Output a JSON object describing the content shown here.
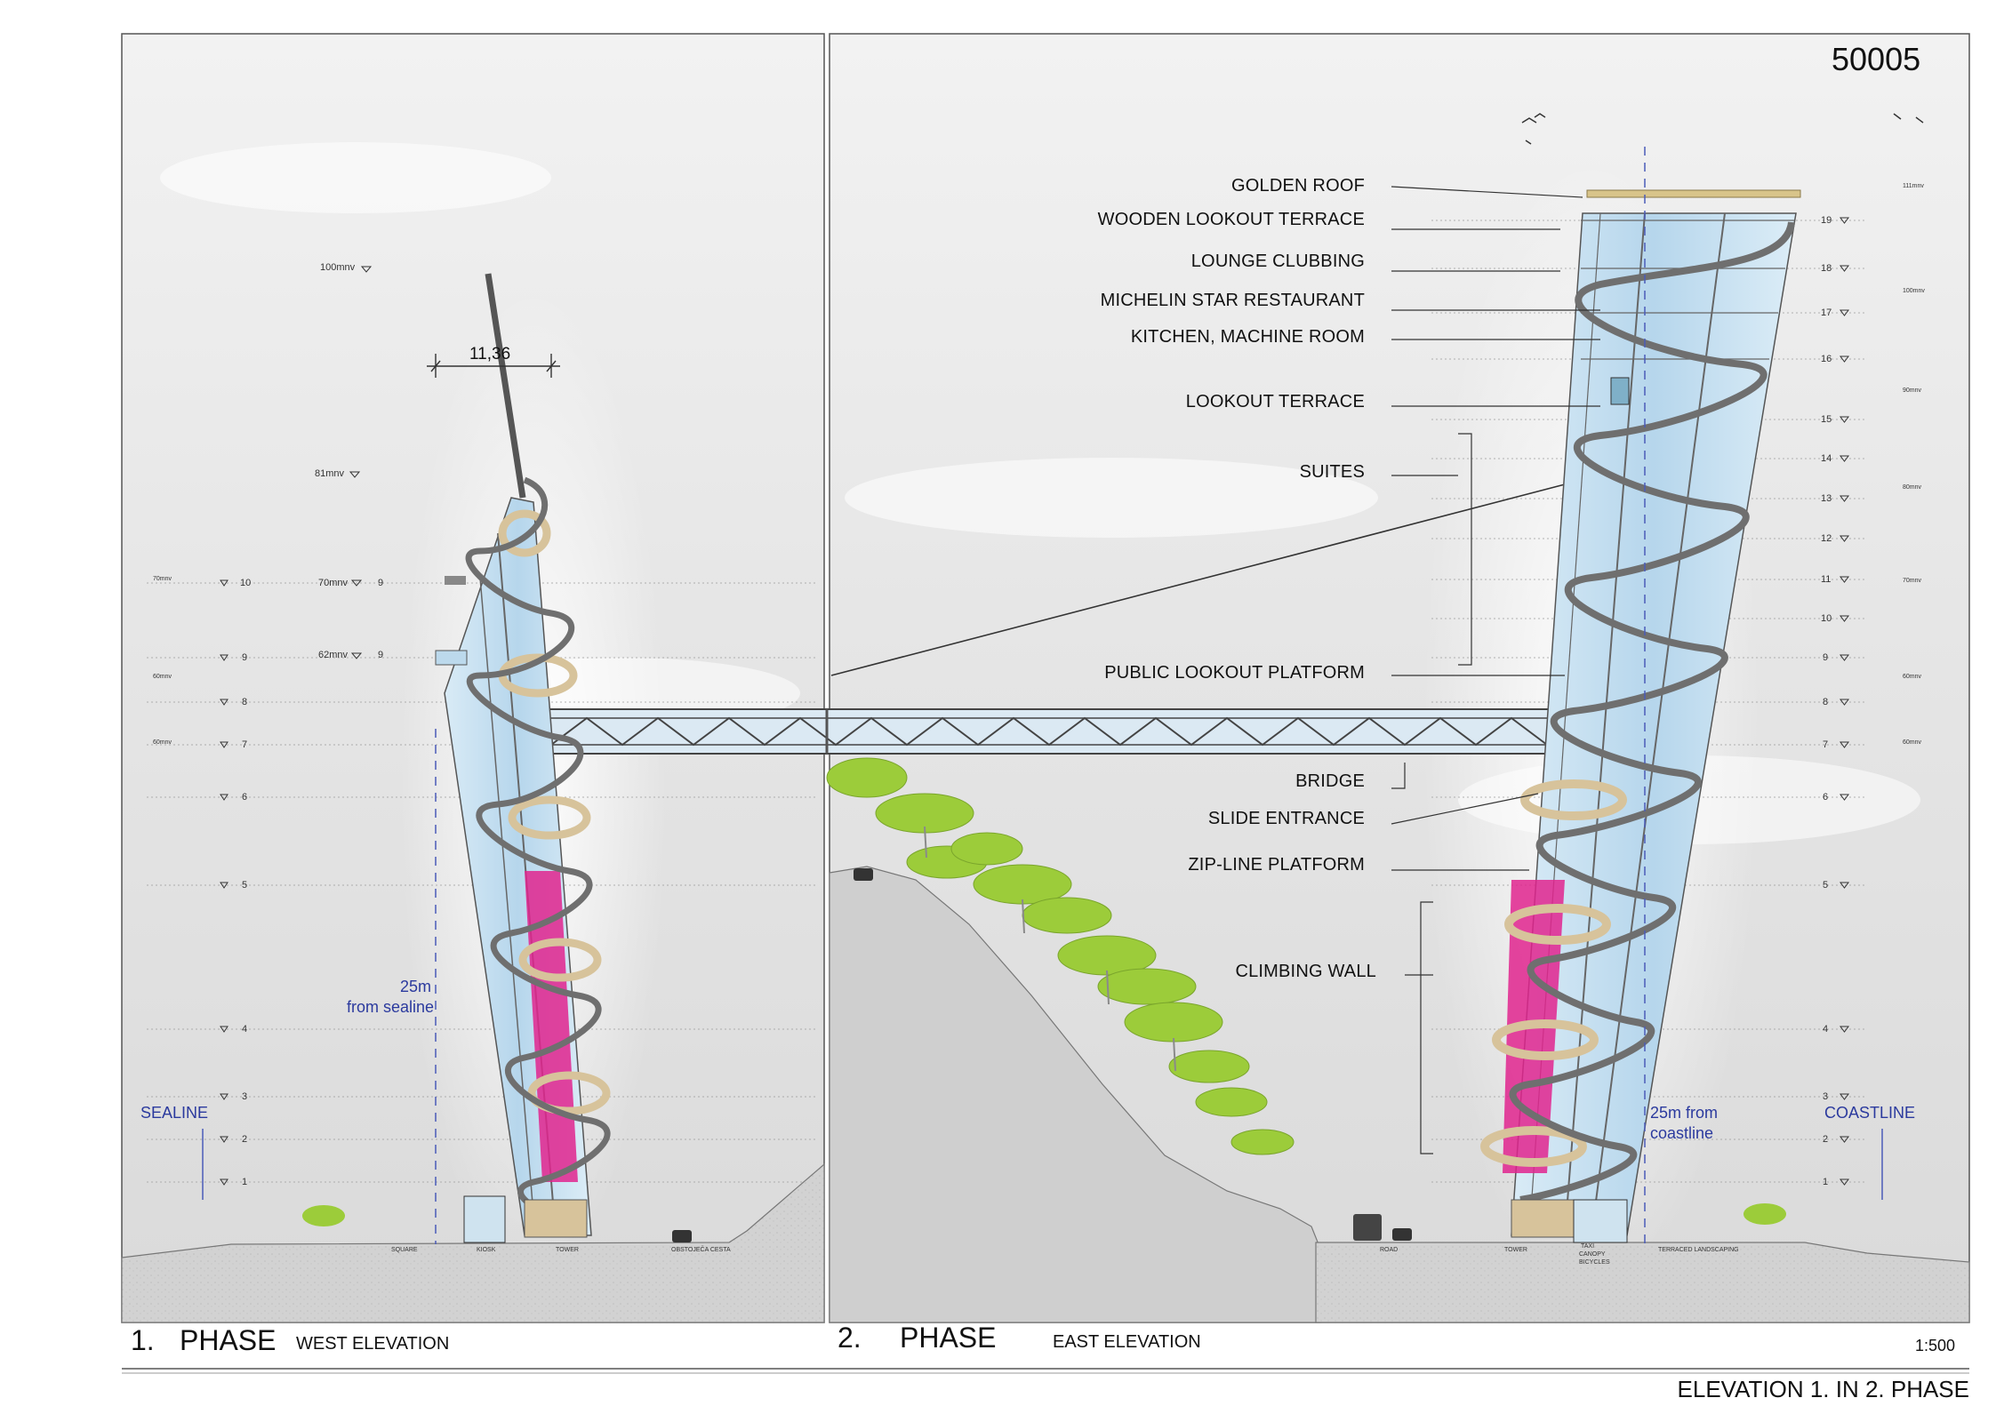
{
  "sheet": {
    "number": "50005",
    "scale": "1:500",
    "title": "ELEVATION 1. IN 2. PHASE"
  },
  "panels": {
    "phase1": {
      "number": "1.",
      "phase": "PHASE",
      "subtitle": "WEST ELEVATION"
    },
    "phase2": {
      "number": "2.",
      "phase": "PHASE",
      "subtitle": "EAST ELEVATION"
    }
  },
  "west": {
    "dimension": "11,36",
    "elevations": {
      "e100": "100mnv",
      "e81": "81mnv",
      "e70": "70mnv",
      "e62": "62mnv"
    },
    "distance_note": [
      "25m",
      "from sealine"
    ],
    "sealine": "SEALINE",
    "ground_labels": [
      "SQUARE",
      "KIOSK",
      "TOWER",
      "OBSTOJEČA CESTA"
    ]
  },
  "east": {
    "callouts": [
      "GOLDEN ROOF",
      "WOODEN LOOKOUT TERRACE",
      "LOUNGE CLUBBING",
      "MICHELIN STAR RESTAURANT",
      "KITCHEN, MACHINE ROOM",
      "LOOKOUT TERRACE",
      "SUITES",
      "PUBLIC LOOKOUT PLATFORM",
      "BRIDGE",
      "SLIDE ENTRANCE",
      "ZIP-LINE PLATFORM",
      "CLIMBING WALL"
    ],
    "distance_note": [
      "25m from",
      "coastline"
    ],
    "coastline": "COASTLINE",
    "ground_labels": [
      "ROAD",
      "TOWER",
      "TAXI",
      "CANOPY",
      "BICYCLES",
      "TERRACED LANDSCAPING"
    ]
  },
  "levels": {
    "left": [
      "10",
      "9",
      "8",
      "7",
      "6",
      "5",
      "4",
      "3",
      "2",
      "1"
    ],
    "right": [
      "19",
      "18",
      "17",
      "16",
      "15",
      "14",
      "13",
      "12",
      "11",
      "10",
      "9",
      "8",
      "7",
      "6",
      "5",
      "4",
      "3",
      "2",
      "1"
    ],
    "left_small": [
      "70mnv",
      "60mnv",
      "60mnv"
    ],
    "right_small": [
      "111mnv",
      "100mnv",
      "90mnv",
      "80mnv",
      "70mnv",
      "60mnv",
      "60mnv"
    ]
  },
  "colors": {
    "frame": "#555555",
    "sky": "#e9e9e9",
    "ground": "#d4d4d4",
    "steel": "#6f6f6f",
    "glass": "#bcd9ec",
    "climbing_wall": "#e0248e",
    "wood": "#d7c39b",
    "tree": "#9ccc3a",
    "gold": "#d8c48a",
    "annotation_blue": "#2b3a9e"
  }
}
